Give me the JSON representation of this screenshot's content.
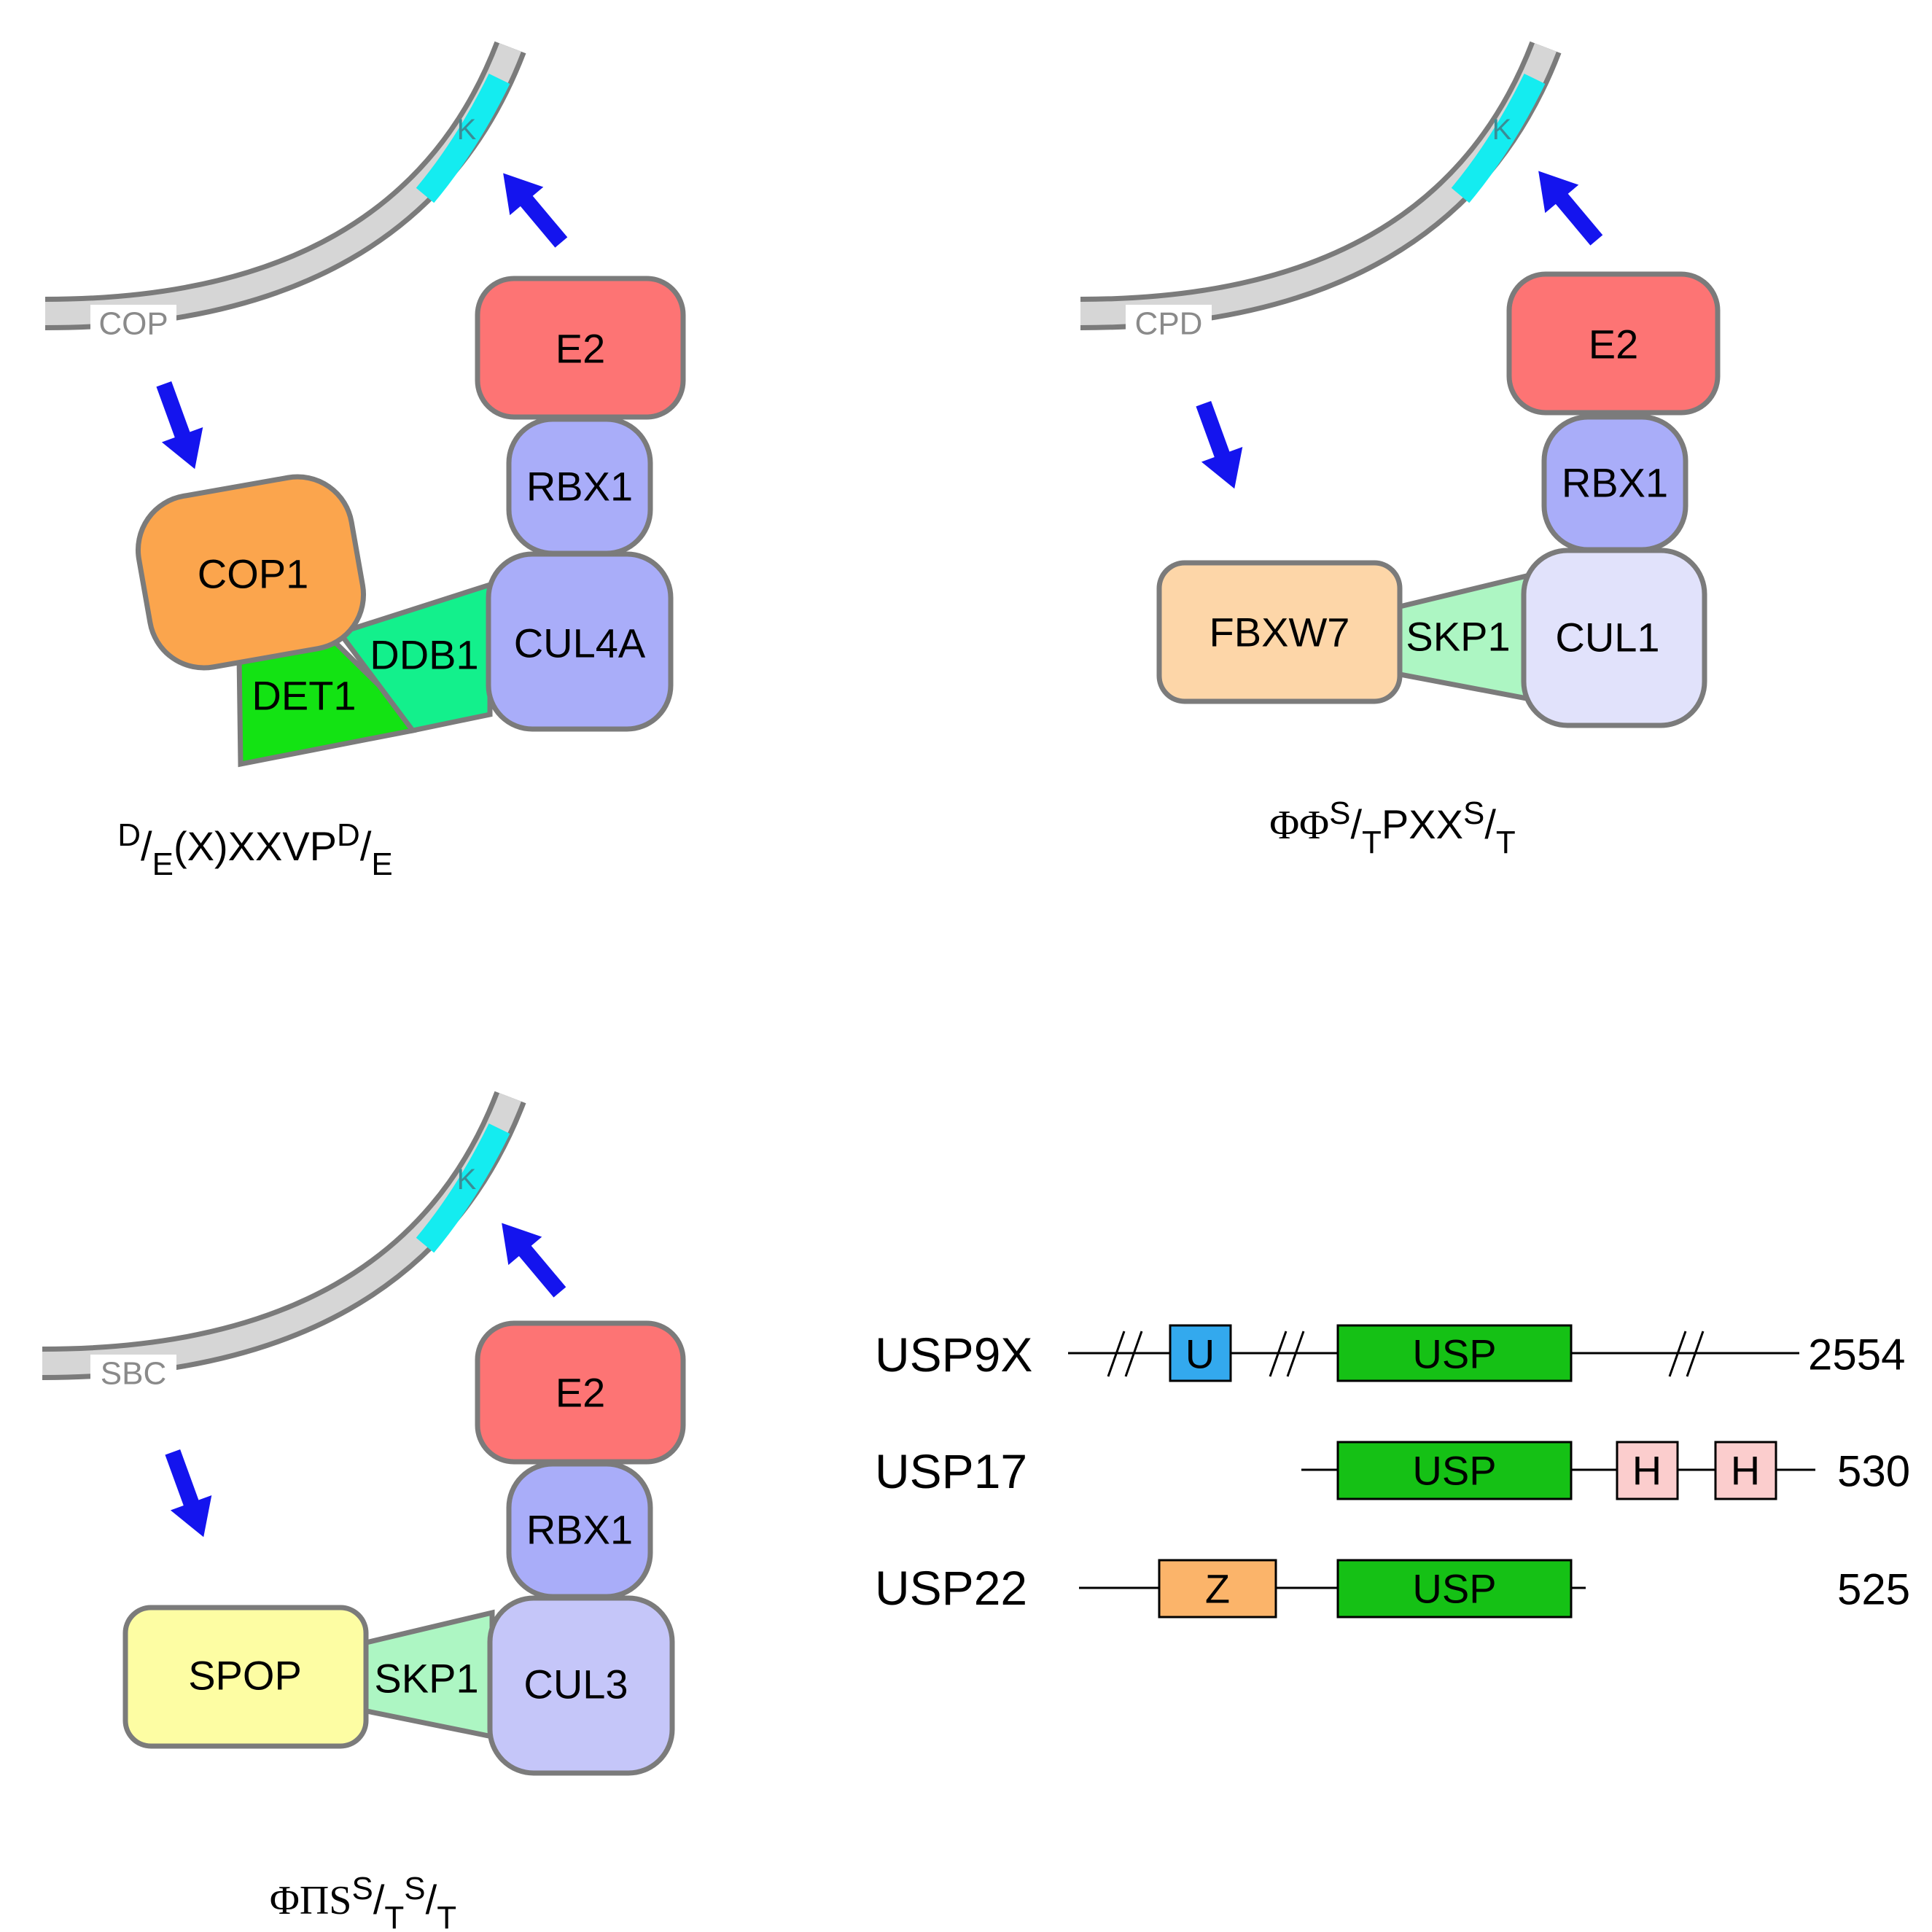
{
  "colors": {
    "e2": "#fd7474",
    "rbx1": "#a9adf9",
    "cul4a": "#a9adf9",
    "cul1": "#e1e2fb",
    "cul3": "#c5c6f9",
    "cop1": "#fba54d",
    "det1": "#13e313",
    "ddb1": "#13f08c",
    "fbxw7": "#fdd6a8",
    "skp1": "#adf6c3",
    "spop": "#fdfda3",
    "substrate": "#d6d6d6",
    "lysine": "#14ecf0",
    "arrow": "#1414ee",
    "usp_domain": "#15c115",
    "u_domain": "#33a9ee",
    "h_domain": "#fbcdcd",
    "z_domain": "#fbb46a"
  },
  "panel_a": {
    "substrate_label": "COP",
    "lysine_label": "K",
    "e2": "E2",
    "rbx1": "RBX1",
    "cullin": "CUL4A",
    "adaptor": "DDB1",
    "bridge": "DET1",
    "receptor": "COP1",
    "motif": {
      "s1_sup": "D",
      "s1_sub": "E",
      "middle": "(X)XXVP",
      "s2_sup": "D",
      "s2_sub": "E"
    }
  },
  "panel_b": {
    "substrate_label": "CPD",
    "lysine_label": "K",
    "e2": "E2",
    "rbx1": "RBX1",
    "cullin": "CUL1",
    "adaptor": "SKP1",
    "receptor": "FBXW7",
    "motif": {
      "lead": "ΦΦ",
      "s1_sup": "S",
      "s1_sub": "T",
      "middle": "PXX",
      "s2_sup": "S",
      "s2_sub": "T"
    }
  },
  "panel_c": {
    "substrate_label": "SBC",
    "lysine_label": "K",
    "e2": "E2",
    "rbx1": "RBX1",
    "cullin": "CUL3",
    "adaptor": "SKP1",
    "receptor": "SPOP",
    "motif": {
      "lead": "ΦΠS",
      "s1_sup": "S",
      "s1_sub": "T",
      "s2_sup": "S",
      "s2_sub": "T"
    }
  },
  "panel_d": {
    "proteins": [
      {
        "name": "USP9X",
        "length": "2554",
        "domains": [
          "U",
          "USP"
        ]
      },
      {
        "name": "USP17",
        "length": "530",
        "domains": [
          "USP",
          "H",
          "H"
        ]
      },
      {
        "name": "USP22",
        "length": "525",
        "domains": [
          "Z",
          "USP"
        ]
      }
    ]
  }
}
